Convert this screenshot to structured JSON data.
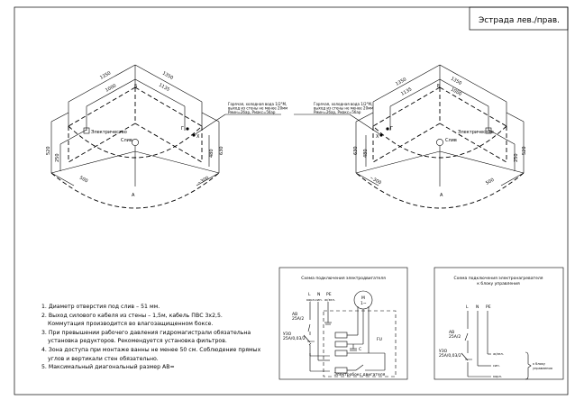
{
  "title": "Эстрада лев./прав.",
  "drawing": {
    "dim_outer_left": "1350",
    "dim_outer_right": "1350",
    "dim_inner_left": "1000",
    "dim_inner_right": "1135",
    "dim_height_left": "520",
    "dim_height_left_inner": "250",
    "dim_height_right": "630",
    "dim_height_right_inner": "480",
    "dim_bottom_left": "500",
    "dim_bottom_right": "~300",
    "dim_small": "100",
    "label_electric": "Электричество",
    "label_drain": "Слив",
    "label_a": "А",
    "label_b": "Б",
    "label_g": "Г",
    "label_x": "Х",
    "water_note": [
      "Горячая, холодная вода 1/2\"М,",
      "выход из стены не менее 20мм",
      "Рмин=2бар, Рмакс=5бар"
    ]
  },
  "notes": [
    "1. Диаметр отверстия под слив  – 51 мм.",
    "2. Выход силового кабеля из стены – 1,5м, кабель ПВС 3х2,5.",
    "Коммутация производится во влагозащищенном боксе.",
    "3. При превышении рабочего давления гидромагистрали обязательна",
    "установка редукторов. Рекомендуется установка фильтров.",
    "4. Зона доступа при монтаже ванны не менее 50 см. Соблюдение прямых",
    "углов и вертикали стен обязательно.",
    "5. Максимальный диагональный размер АВ="
  ],
  "scheme_motor": {
    "title": "Схема подключения электродвигателя",
    "L": "L",
    "N": "N",
    "PE": "PE",
    "L_sub": "корл.",
    "N_sub": "син.",
    "PE_sub": "ж/зел.",
    "breaker": [
      "АВ",
      "25А/2"
    ],
    "rcd": [
      "УЗО",
      "25А/0,03/2"
    ],
    "motor": [
      "М",
      "1~"
    ],
    "capacitor": "С",
    "thermo": "FU",
    "box_label": "Электробокс двигателя"
  },
  "scheme_heater": {
    "title": [
      "Схема подключения электронагревателя",
      "к блоку управления"
    ],
    "L": "L",
    "N": "N",
    "PE": "PE",
    "breaker": [
      "АВ",
      "25А/2"
    ],
    "rcd": [
      "УЗО",
      "25А/0,03/2"
    ],
    "wires": [
      "ж/зел.",
      "син.",
      "корл."
    ],
    "to_block": [
      "к блоку",
      "управления"
    ]
  }
}
